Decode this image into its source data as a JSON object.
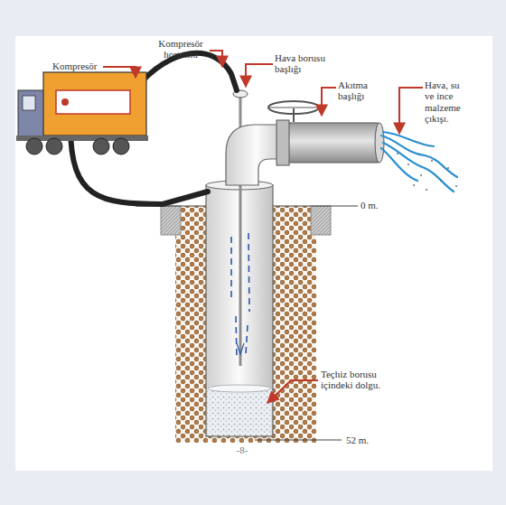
{
  "diagram": {
    "labels": [
      "Kompresör",
      "Kompresör hortumu",
      "Hava borusu başlığı",
      "Akıtma başlığı",
      "Hava, su ve ince malzeme çıkışı.",
      "0 m.",
      "Teçhiz borusu içindeki dolgu.",
      "52 m.",
      "-8-"
    ]
  }
}
